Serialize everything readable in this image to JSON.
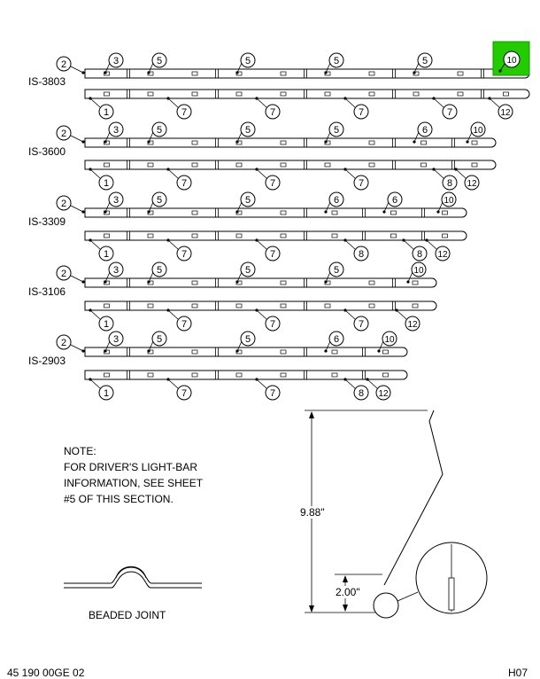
{
  "rows": [
    {
      "model": "IS-3803",
      "left_callout": "2",
      "top_callouts": [
        "3",
        "5",
        "5",
        "5",
        "5",
        "10"
      ],
      "bottom_callouts": [
        "1",
        "7",
        "7",
        "7",
        "7",
        "12"
      ]
    },
    {
      "model": "IS-3600",
      "left_callout": "2",
      "top_callouts": [
        "3",
        "5",
        "5",
        "5",
        "6",
        "10"
      ],
      "bottom_callouts": [
        "1",
        "7",
        "7",
        "7",
        "8",
        "12"
      ]
    },
    {
      "model": "IS-3309",
      "left_callout": "2",
      "top_callouts": [
        "3",
        "5",
        "5",
        "6",
        "6",
        "10"
      ],
      "bottom_callouts": [
        "1",
        "7",
        "7",
        "8",
        "8",
        "12"
      ]
    },
    {
      "model": "IS-3106",
      "left_callout": "2",
      "top_callouts": [
        "3",
        "5",
        "5",
        "5",
        "10"
      ],
      "bottom_callouts": [
        "1",
        "7",
        "7",
        "7",
        "12"
      ]
    },
    {
      "model": "IS-2903",
      "left_callout": "2",
      "top_callouts": [
        "3",
        "5",
        "5",
        "6",
        "10"
      ],
      "bottom_callouts": [
        "1",
        "7",
        "7",
        "8",
        "12"
      ]
    }
  ],
  "highlight_color": "#22cc00",
  "note": {
    "line1": "NOTE:",
    "line2": "FOR DRIVER'S LIGHT-BAR",
    "line3": "INFORMATION, SEE SHEET",
    "line4": "#5 OF THIS SECTION."
  },
  "beaded_joint_label": "BEADED JOINT",
  "dimensions": {
    "overall": "9.88\"",
    "lower": "2.00\""
  },
  "footer": {
    "drawing_number": "45 190 00GE 02",
    "sheet": "H07"
  }
}
